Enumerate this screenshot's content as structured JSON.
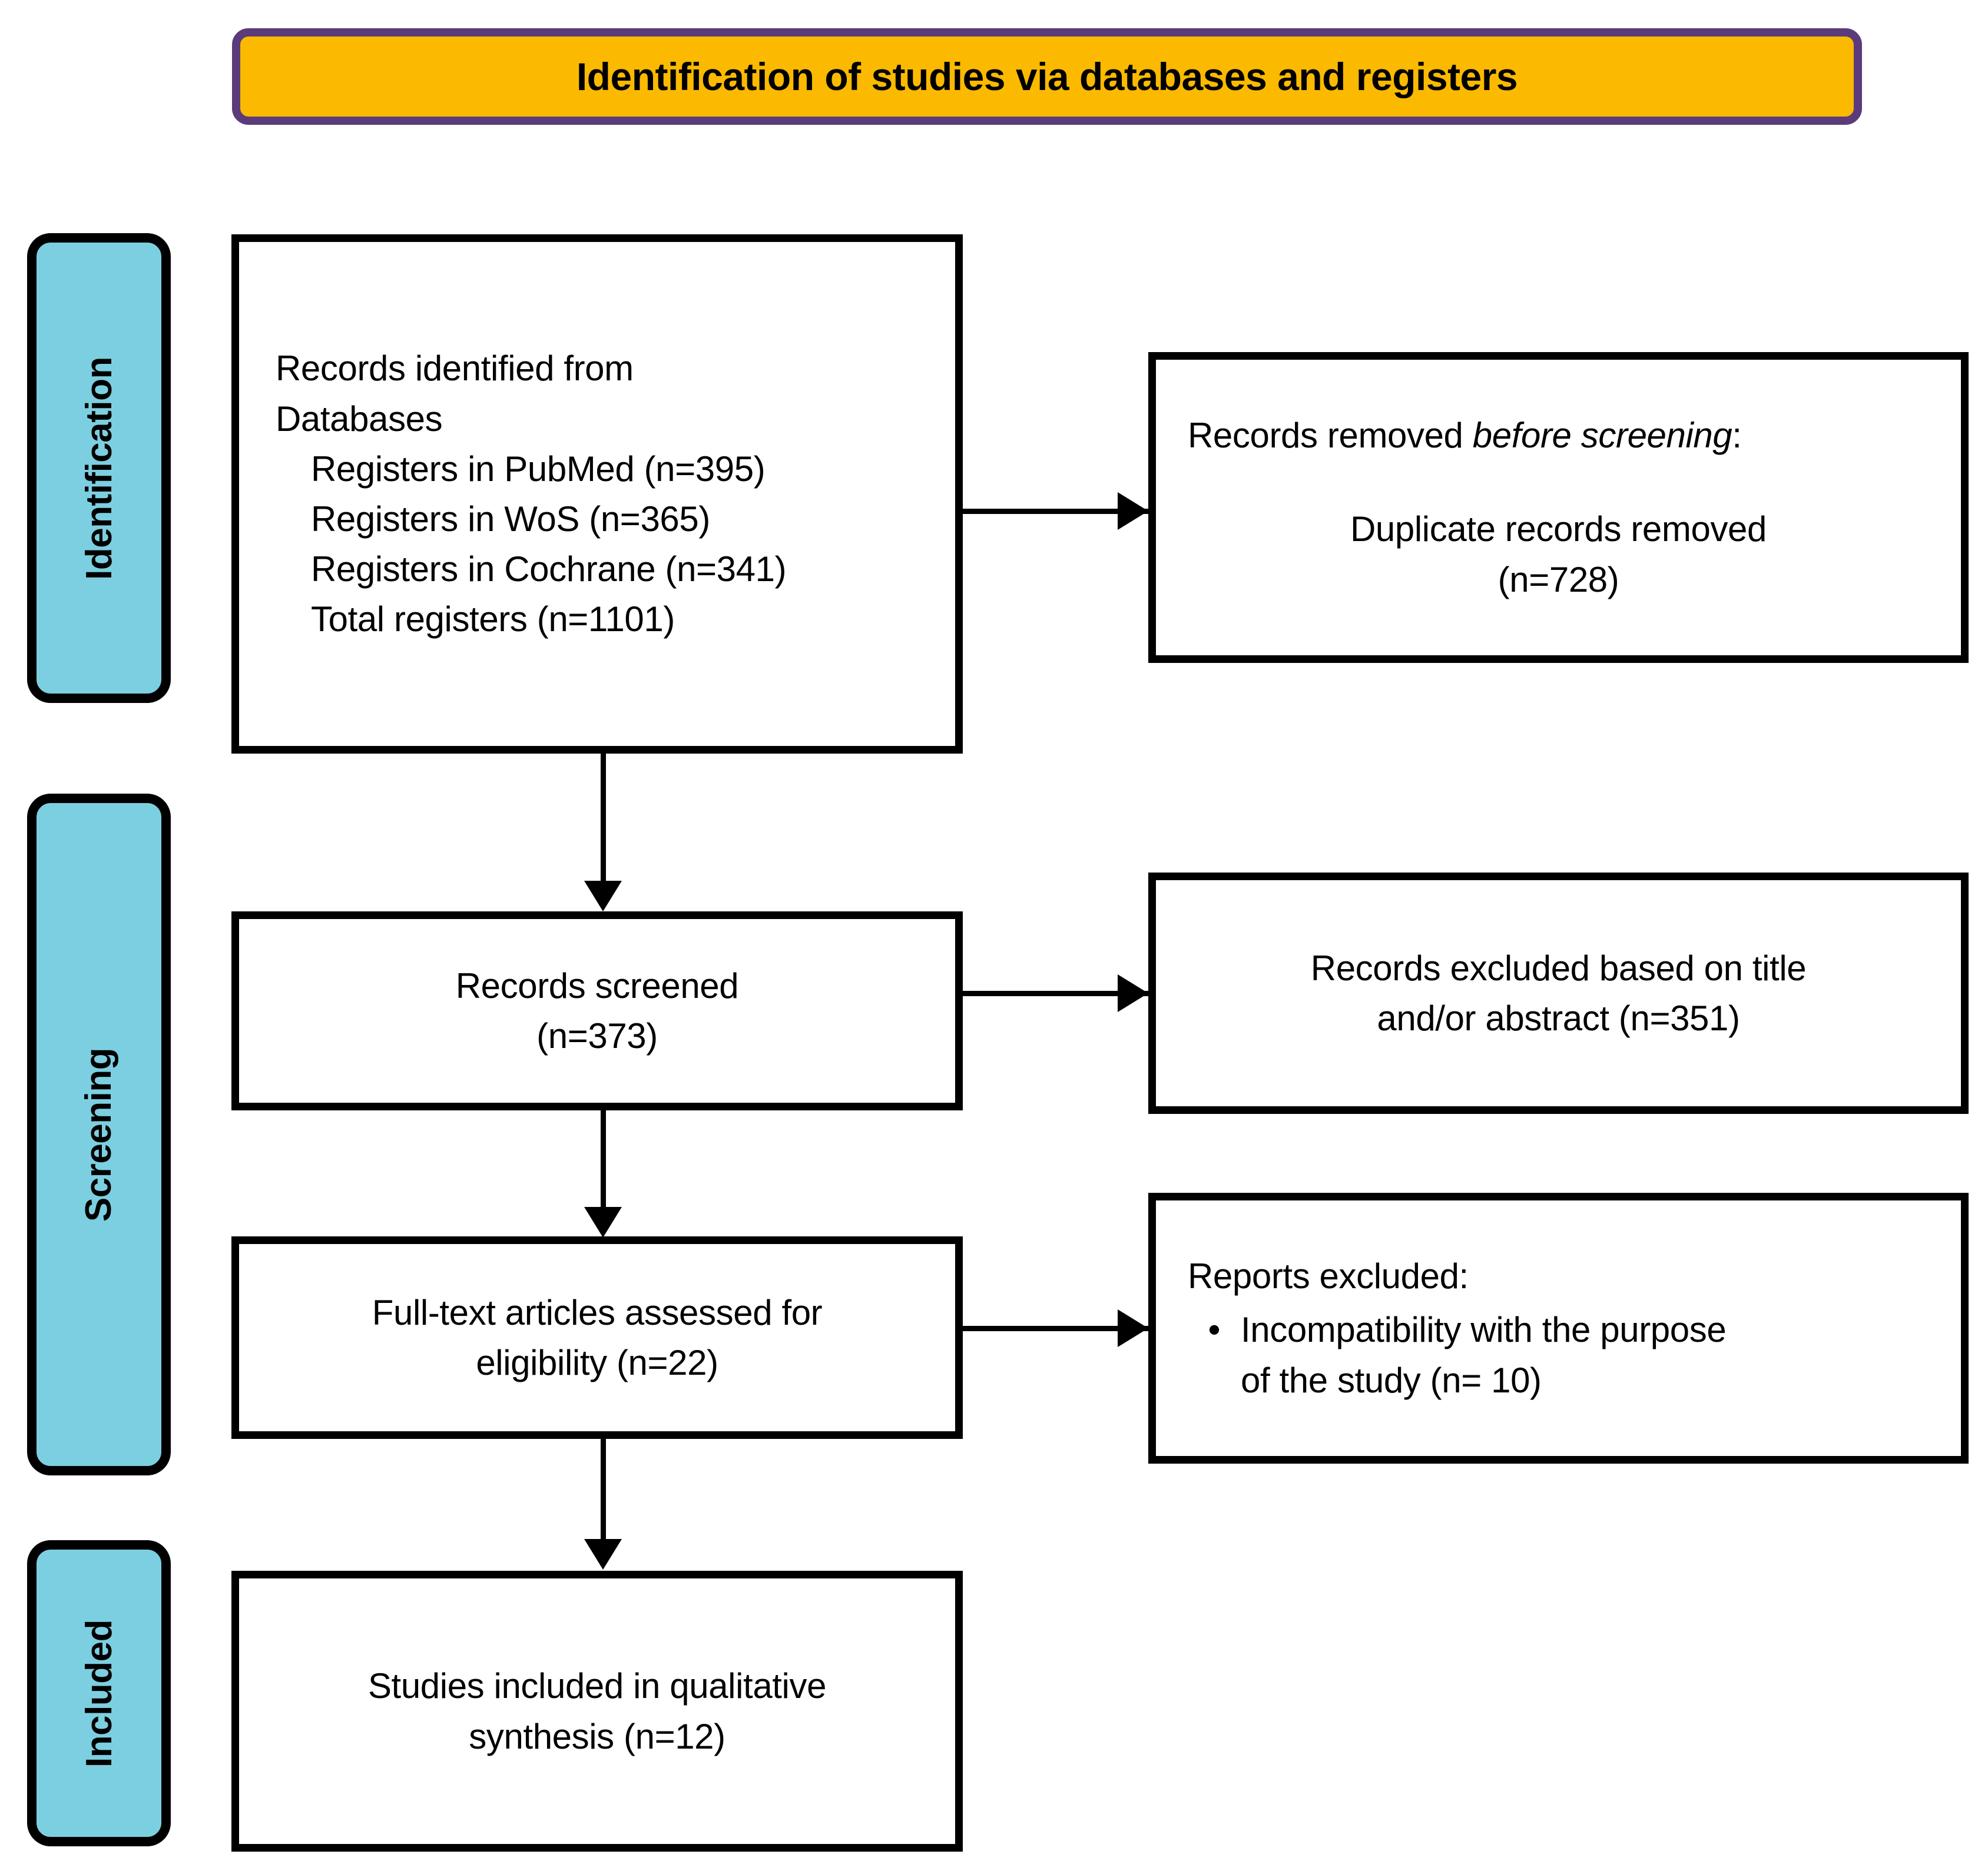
{
  "header": {
    "title": "Identification of studies via databases and registers",
    "fill_color": "#FBB900",
    "border_color": "#5B3B7A"
  },
  "stages": {
    "fill_color": "#7CCFE0",
    "border_color": "#000000",
    "items": [
      {
        "key": "identification",
        "label": "Identification"
      },
      {
        "key": "screening",
        "label": "Screening"
      },
      {
        "key": "included",
        "label": "Included"
      }
    ]
  },
  "boxes": {
    "identified": {
      "line1": "Records identified from",
      "line2": "Databases",
      "line3": "Registers in PubMed (n=395)",
      "line4": "Registers in WoS (n=365)",
      "line5": "Registers in Cochrane (n=341)",
      "line6": "Total registers (n=1101)"
    },
    "removed": {
      "head_prefix": "Records removed ",
      "head_emphasis": "before screening",
      "head_suffix": ":",
      "body_line1": "Duplicate records removed",
      "body_line2": "(n=728)"
    },
    "screened": {
      "line1": "Records screened",
      "line2": "(n=373)"
    },
    "excluded_title_abstract": {
      "line1": "Records excluded based on title",
      "line2": "and/or abstract (n=351)"
    },
    "fulltext": {
      "line1": "Full-text articles assessed for",
      "line2": "eligibility (n=22)"
    },
    "reports_excluded": {
      "head": "Reports excluded:",
      "bullet_glyph": "•",
      "bullet_line1": "Incompatibility with the purpose",
      "bullet_line2": "of the study (n= 10)"
    },
    "included": {
      "line1": "Studies included in qualitative",
      "line2": "synthesis (n=12)"
    }
  },
  "chart_data": {
    "type": "diagram",
    "title": "Identification of studies via databases and registers",
    "diagram_kind": "PRISMA flow diagram",
    "stages": [
      "Identification",
      "Screening",
      "Included"
    ],
    "nodes": [
      {
        "id": "identified",
        "stage": "Identification",
        "label": "Records identified from Databases",
        "counts": {
          "Registers in PubMed": 395,
          "Registers in WoS": 365,
          "Registers in Cochrane": 341,
          "Total registers": 1101
        }
      },
      {
        "id": "removed",
        "stage": "Identification",
        "label": "Records removed before screening: Duplicate records removed",
        "n": 728
      },
      {
        "id": "screened",
        "stage": "Screening",
        "label": "Records screened",
        "n": 373
      },
      {
        "id": "excluded_title_abstract",
        "stage": "Screening",
        "label": "Records excluded based on title and/or abstract",
        "n": 351
      },
      {
        "id": "fulltext",
        "stage": "Screening",
        "label": "Full-text articles assessed for eligibility",
        "n": 22
      },
      {
        "id": "reports_excluded",
        "stage": "Screening",
        "label": "Reports excluded: Incompatibility with the purpose of the study",
        "n": 10
      },
      {
        "id": "included",
        "stage": "Included",
        "label": "Studies included in qualitative synthesis",
        "n": 12
      }
    ],
    "edges": [
      {
        "from": "identified",
        "to": "removed",
        "direction": "right"
      },
      {
        "from": "identified",
        "to": "screened",
        "direction": "down"
      },
      {
        "from": "screened",
        "to": "excluded_title_abstract",
        "direction": "right"
      },
      {
        "from": "screened",
        "to": "fulltext",
        "direction": "down"
      },
      {
        "from": "fulltext",
        "to": "reports_excluded",
        "direction": "right"
      },
      {
        "from": "fulltext",
        "to": "included",
        "direction": "down"
      }
    ]
  }
}
